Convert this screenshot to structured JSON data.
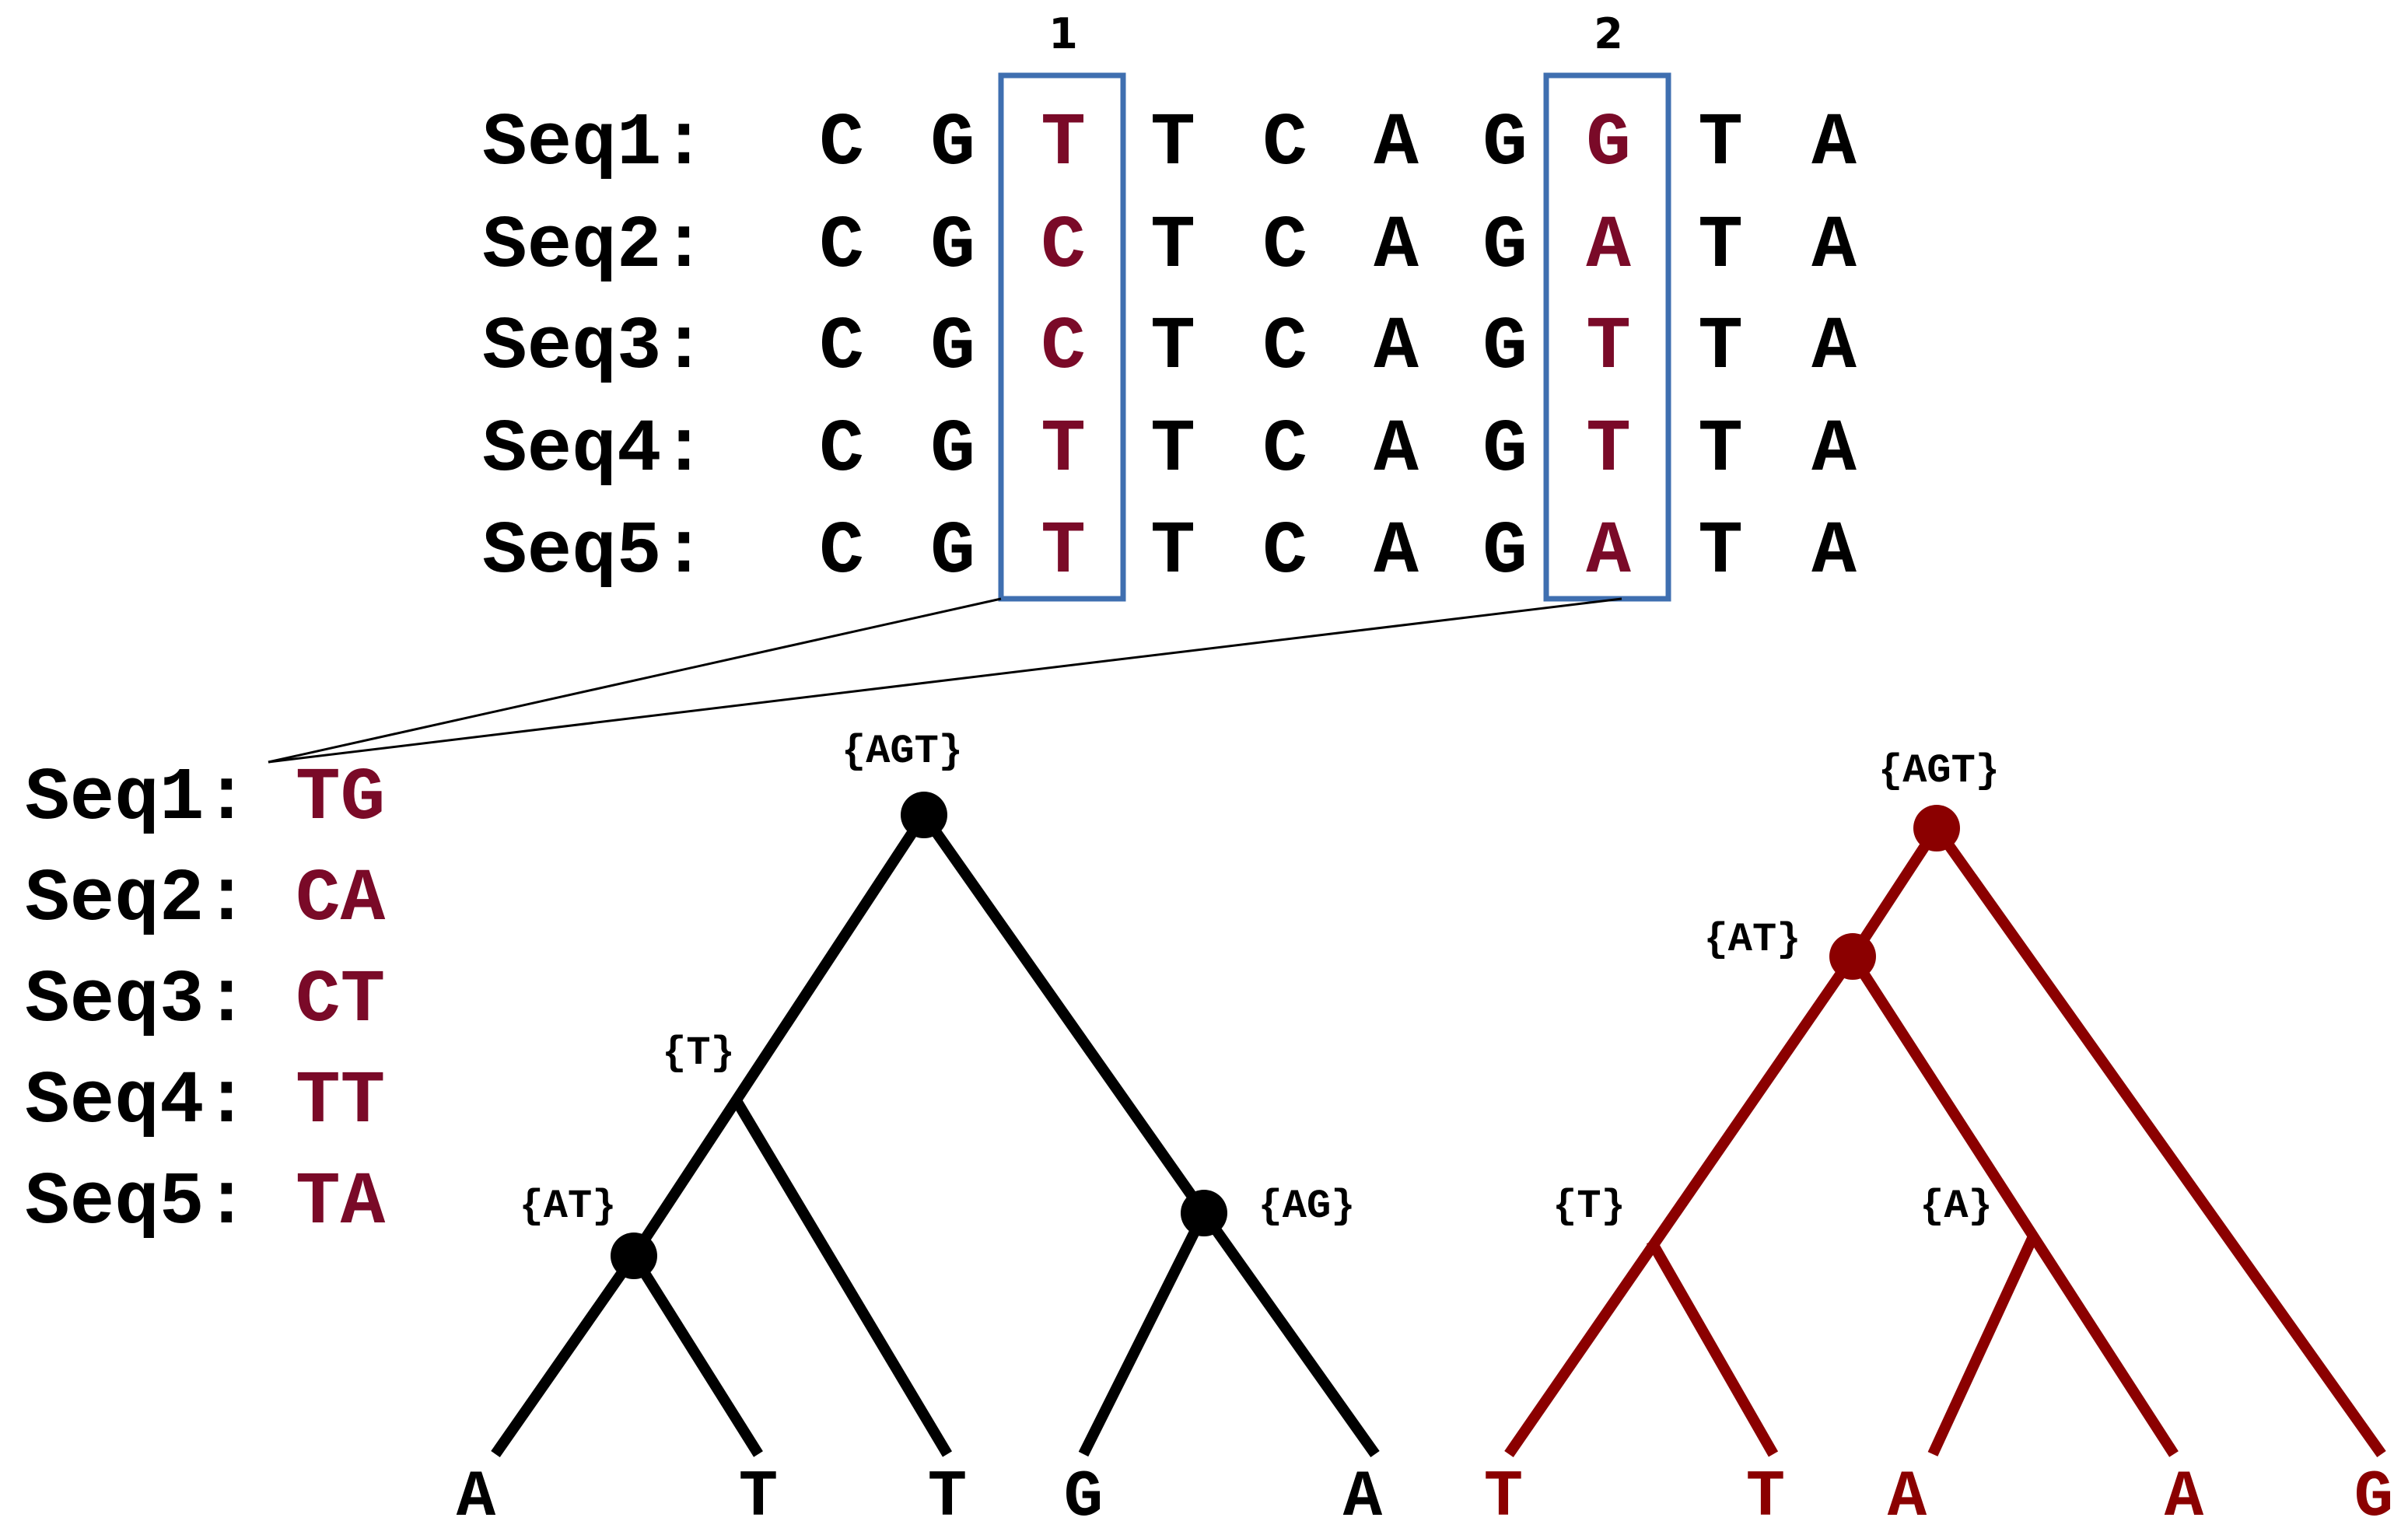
{
  "alignment": {
    "column_markers": [
      "1",
      "2"
    ],
    "rows": [
      {
        "label": "Seq1:",
        "bases": [
          "C",
          "G",
          "T",
          "T",
          "C",
          "A",
          "G",
          "G",
          "T",
          "A"
        ]
      },
      {
        "label": "Seq2:",
        "bases": [
          "C",
          "G",
          "C",
          "T",
          "C",
          "A",
          "G",
          "A",
          "T",
          "A"
        ]
      },
      {
        "label": "Seq3:",
        "bases": [
          "C",
          "G",
          "C",
          "T",
          "C",
          "A",
          "G",
          "T",
          "T",
          "A"
        ]
      },
      {
        "label": "Seq4:",
        "bases": [
          "C",
          "G",
          "T",
          "T",
          "C",
          "A",
          "G",
          "T",
          "T",
          "A"
        ]
      },
      {
        "label": "Seq5:",
        "bases": [
          "C",
          "G",
          "T",
          "T",
          "C",
          "A",
          "G",
          "A",
          "T",
          "A"
        ]
      }
    ],
    "highlighted_columns": [
      2,
      7
    ]
  },
  "extracted": {
    "rows": [
      {
        "label": "Seq1:",
        "value": "TG"
      },
      {
        "label": "Seq2:",
        "value": "CA"
      },
      {
        "label": "Seq3:",
        "value": "CT"
      },
      {
        "label": "Seq4:",
        "value": "TT"
      },
      {
        "label": "Seq5:",
        "value": "TA"
      }
    ]
  },
  "tree_site1": {
    "color": "#000000",
    "node_sets": {
      "root": "{AGT}",
      "t_node": "{T}",
      "at_node": "{AT}",
      "ag_node": "{AG}"
    },
    "leaves": [
      "A",
      "T",
      "T",
      "G",
      "A"
    ]
  },
  "tree_site2": {
    "color": "#8b0000",
    "node_sets": {
      "root": "{AGT}",
      "at_node": "{AT}",
      "t_node": "{T}",
      "a_node": "{A}"
    },
    "leaves": [
      "T",
      "T",
      "A",
      "A",
      "G"
    ]
  },
  "colors": {
    "text": "#000000",
    "highlight_text": "#7a0a28",
    "box": "#3f6fb0",
    "tree_red": "#8b0000"
  }
}
